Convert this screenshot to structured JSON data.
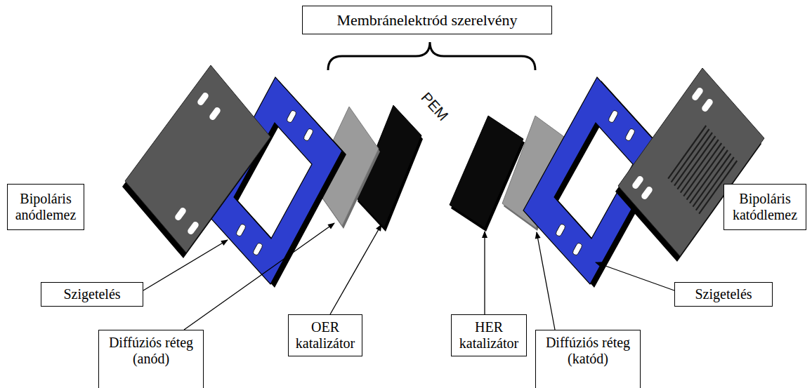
{
  "diagram": {
    "nodes": [
      {
        "text": [
          "Membránelektród szerelvény"
        ]
      },
      {
        "text": [
          "Bipoláris anódlemez"
        ]
      },
      {
        "text": [
          "PEM"
        ]
      },
      {
        "text": [
          "Bipoláris katódlemez"
        ]
      },
      {
        "text": [
          "Szigetelés"
        ]
      },
      {
        "text": [
          "Szigetelés"
        ]
      },
      {
        "text": [
          "Diffúziós réteg (anód)"
        ]
      },
      {
        "text": [
          "OER katalizátor"
        ]
      },
      {
        "text": [
          "HER katalizátor"
        ]
      },
      {
        "text": [
          "Diffúziós réteg (katód)"
        ]
      }
    ]
  }
}
